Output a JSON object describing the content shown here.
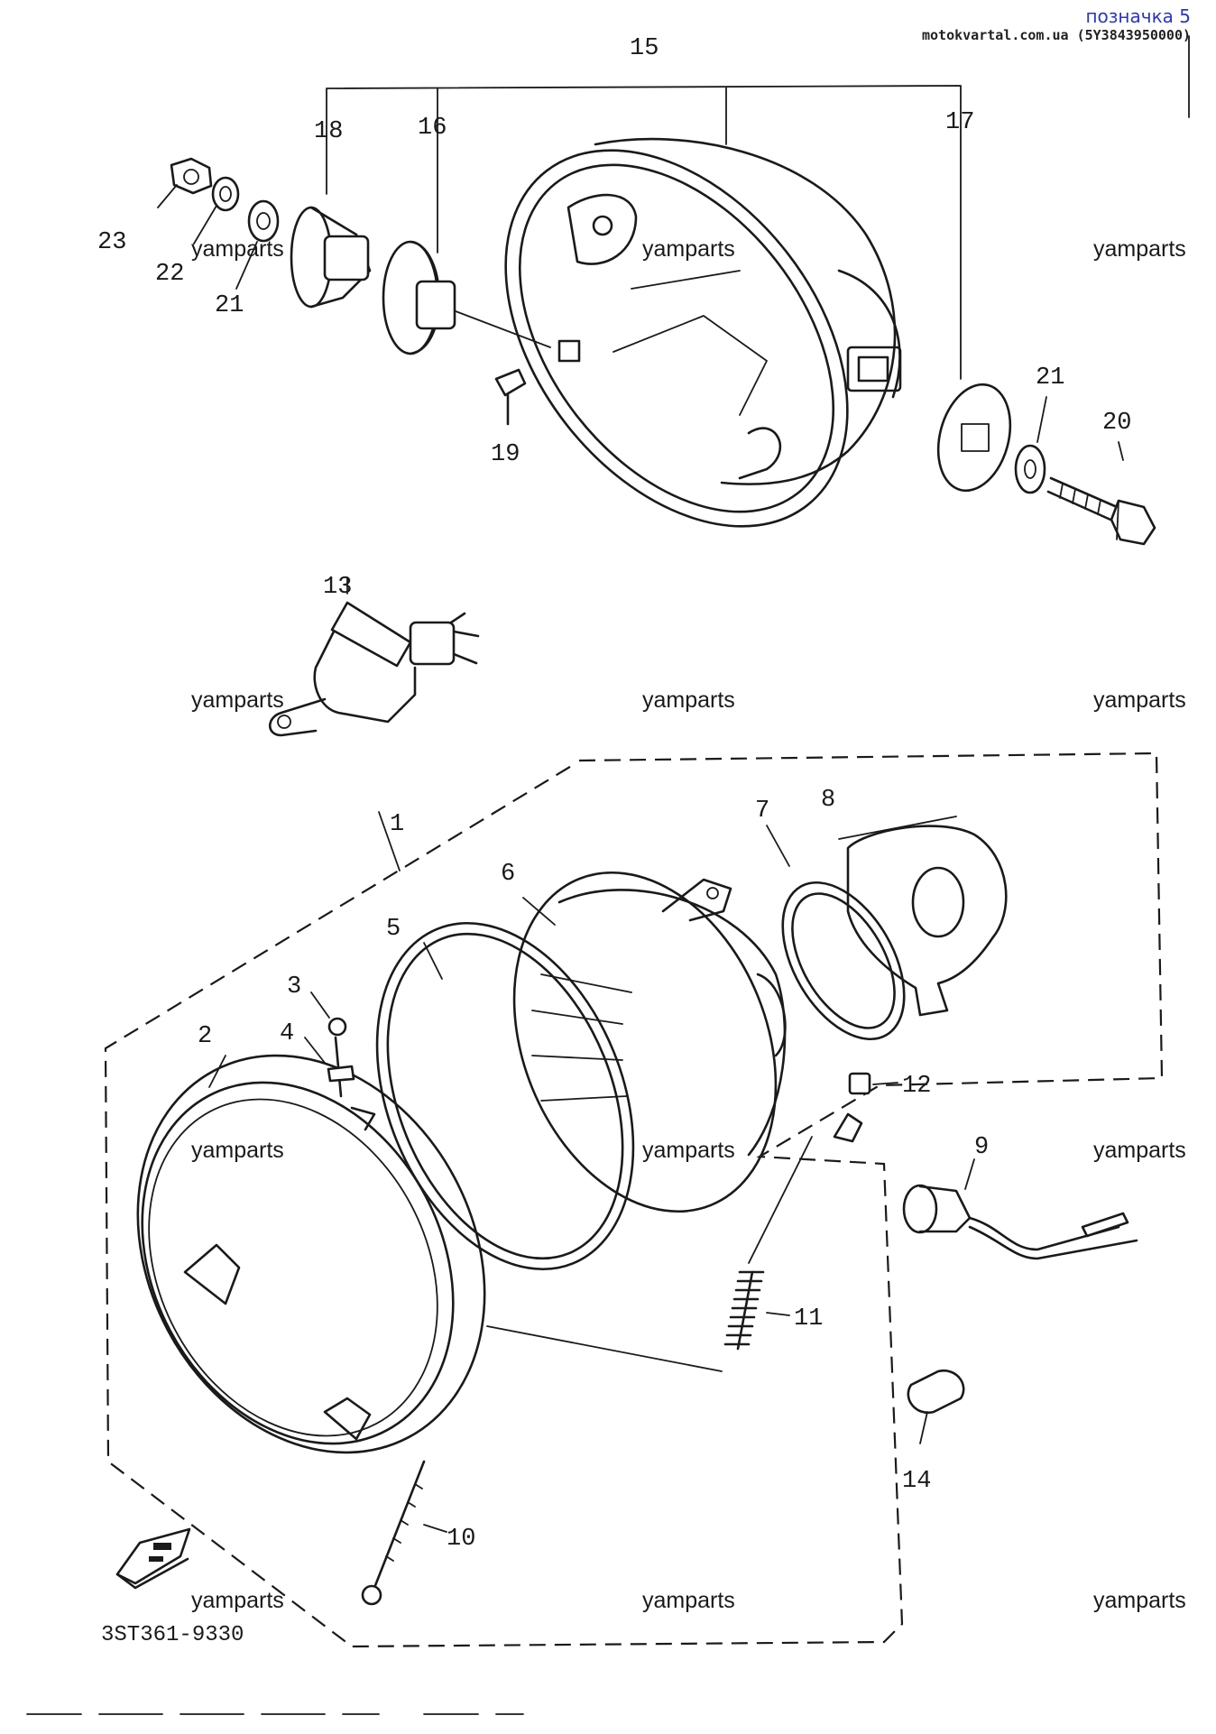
{
  "header": {
    "title": "позначка 5",
    "source": "motokvartal.com.ua (5Y3843950000)"
  },
  "watermark": "yamparts",
  "diagram_code": "3ST361-9330",
  "callouts": [
    "1",
    "2",
    "3",
    "4",
    "5",
    "6",
    "7",
    "8",
    "9",
    "10",
    "11",
    "12",
    "13",
    "14",
    "15",
    "16",
    "17",
    "18",
    "19",
    "20",
    "21",
    "21",
    "22",
    "23"
  ]
}
